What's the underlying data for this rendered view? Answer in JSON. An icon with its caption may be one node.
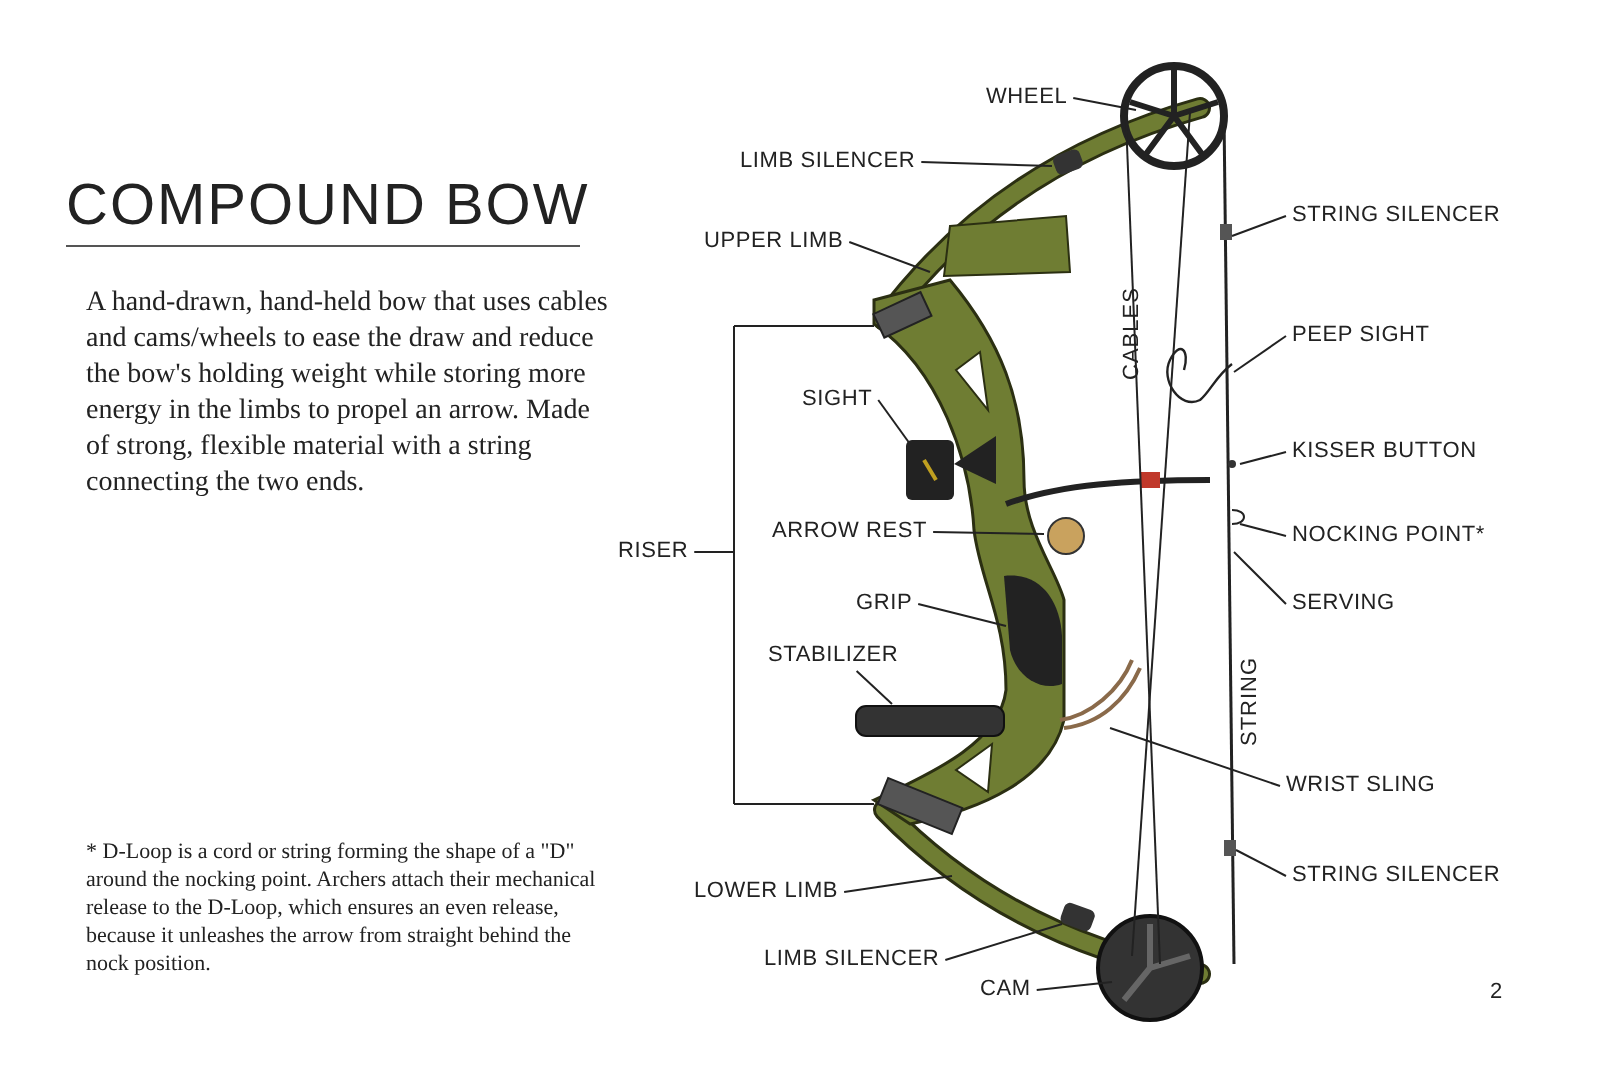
{
  "diagram": {
    "title": "COMPOUND BOW",
    "nodes": [
      {
        "text": [
          "WHEEL"
        ]
      },
      {
        "text": [
          "LIMB SILENCER"
        ]
      },
      {
        "text": [
          "UPPER LIMB"
        ]
      },
      {
        "text": [
          "SIGHT"
        ]
      },
      {
        "text": [
          "ARROW REST"
        ]
      },
      {
        "text": [
          "RISER"
        ]
      },
      {
        "text": [
          "GRIP"
        ]
      },
      {
        "text": [
          "STABILIZER"
        ]
      },
      {
        "text": [
          "LOWER LIMB"
        ]
      },
      {
        "text": [
          "LIMB SILENCER"
        ]
      },
      {
        "text": [
          "CAM"
        ]
      },
      {
        "text": [
          "STRING SILENCER"
        ]
      },
      {
        "text": [
          "PEEP SIGHT"
        ]
      },
      {
        "text": [
          "KISSER BUTTON"
        ]
      },
      {
        "text": [
          "NOCKING POINT*"
        ]
      },
      {
        "text": [
          "SERVING"
        ]
      },
      {
        "text": [
          "WRIST SLING"
        ]
      },
      {
        "text": [
          "STRING SILENCER"
        ]
      },
      {
        "text": [],
        "shape": "bracket"
      }
    ],
    "edges": [
      {
        "from": 0,
        "to": null,
        "arrow": "none"
      },
      {
        "from": 1,
        "to": null,
        "arrow": "none"
      },
      {
        "from": 2,
        "to": null,
        "arrow": "none"
      },
      {
        "from": 3,
        "to": null,
        "arrow": "none"
      },
      {
        "from": 4,
        "to": null,
        "arrow": "none"
      },
      {
        "from": 5,
        "to": 18,
        "arrow": "none"
      },
      {
        "from": 6,
        "to": null,
        "arrow": "none"
      },
      {
        "from": 7,
        "to": null,
        "arrow": "none"
      },
      {
        "from": 8,
        "to": null,
        "arrow": "none"
      },
      {
        "from": 9,
        "to": null,
        "arrow": "none"
      },
      {
        "from": 10,
        "to": null,
        "arrow": "none"
      },
      {
        "from": 11,
        "to": null,
        "arrow": "none"
      },
      {
        "from": 12,
        "to": null,
        "arrow": "none"
      },
      {
        "from": 13,
        "to": null,
        "arrow": "none"
      },
      {
        "from": 14,
        "to": null,
        "arrow": "none"
      },
      {
        "from": 15,
        "to": null,
        "arrow": "none"
      },
      {
        "from": 16,
        "to": null,
        "arrow": "none"
      },
      {
        "from": 17,
        "to": null,
        "arrow": "none"
      }
    ],
    "labels": [
      "A hand-drawn, hand-held bow that uses cables and cams/wheels to ease the draw and reduce the bow's holding weight while storing more energy in the limbs to propel an arrow. Made of strong, flexible material with a string connecting the two ends.",
      "CABLES",
      "STRING",
      "* D-Loop is a cord or string forming the shape of a \"D\" around the nocking point. Archers attach their mechanical release to the D-Loop, which ensures an even release, because it unleashes the arrow from straight behind the nock position.",
      "2"
    ]
  }
}
